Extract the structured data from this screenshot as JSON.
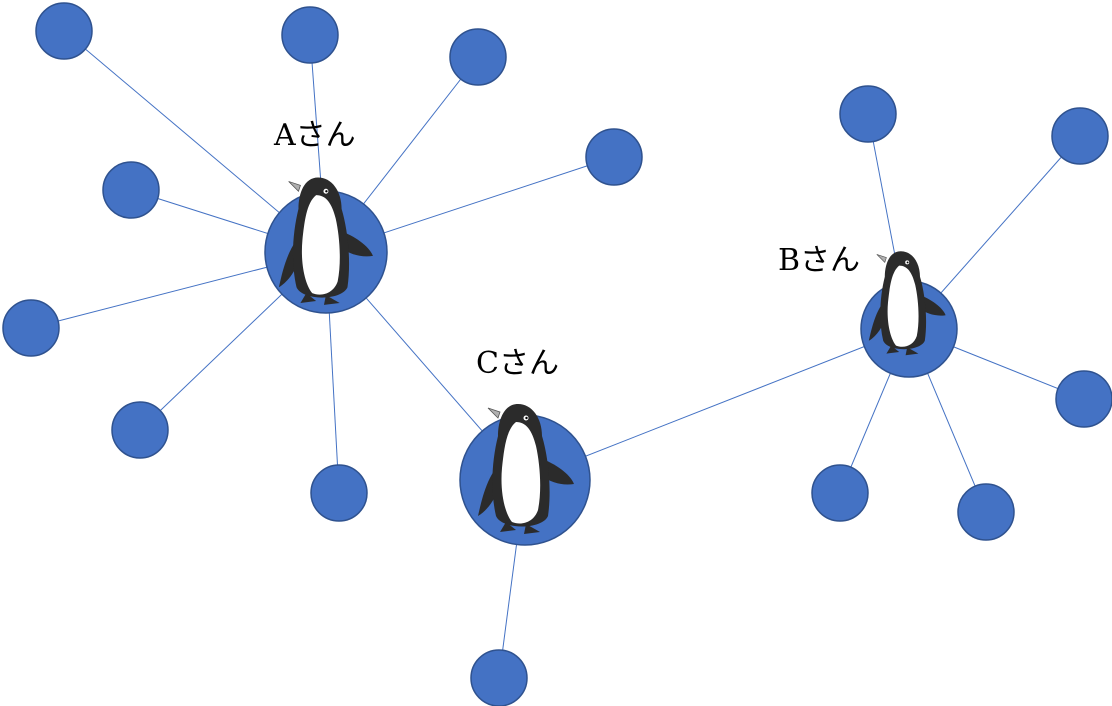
{
  "diagram": {
    "hubs": [
      {
        "id": "a",
        "label": "Aさん",
        "icon": "penguin-icon"
      },
      {
        "id": "b",
        "label": "Bさん",
        "icon": "penguin-icon"
      },
      {
        "id": "c",
        "label": "Cさん",
        "icon": "penguin-icon"
      }
    ],
    "connections": [
      [
        "a",
        "c"
      ],
      [
        "c",
        "b"
      ]
    ],
    "colors": {
      "node_fill": "#4472c4",
      "node_stroke": "#2f528f",
      "edge": "#4472c4",
      "label": "#000000"
    }
  }
}
